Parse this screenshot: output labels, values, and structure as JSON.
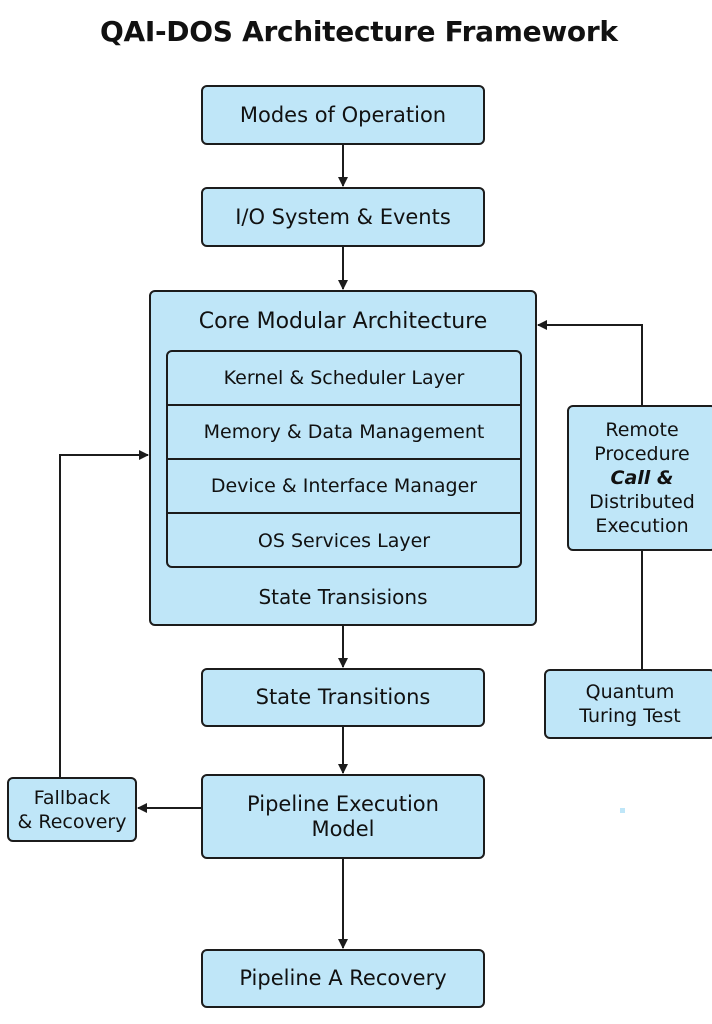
{
  "title": "QAI-DOS Architecture Framework",
  "boxes": {
    "modes": "Modes of Operation",
    "io": "I/O System & Events",
    "state_transitions": "State Transitions",
    "pipeline_execution": [
      "Pipeline Execution",
      "Model"
    ],
    "pipeline_recovery": "Pipeline A Recovery",
    "fallback": [
      "Fallback",
      "& Recovery"
    ],
    "rpc": [
      "Remote",
      "Procedure",
      "Call &",
      "Distributed",
      "Execution"
    ],
    "quantum": [
      "Quantum",
      "Turing Test"
    ]
  },
  "core": {
    "title": "Core Modular Architecture",
    "layers": [
      "Kernel & Scheduler Layer",
      "Memory & Data Management",
      "Device & Interface Manager",
      "OS Services Layer"
    ],
    "footer": "State Transisions"
  },
  "colors": {
    "box_fill": "#bfe6f8",
    "stroke": "#1c1c1c"
  }
}
